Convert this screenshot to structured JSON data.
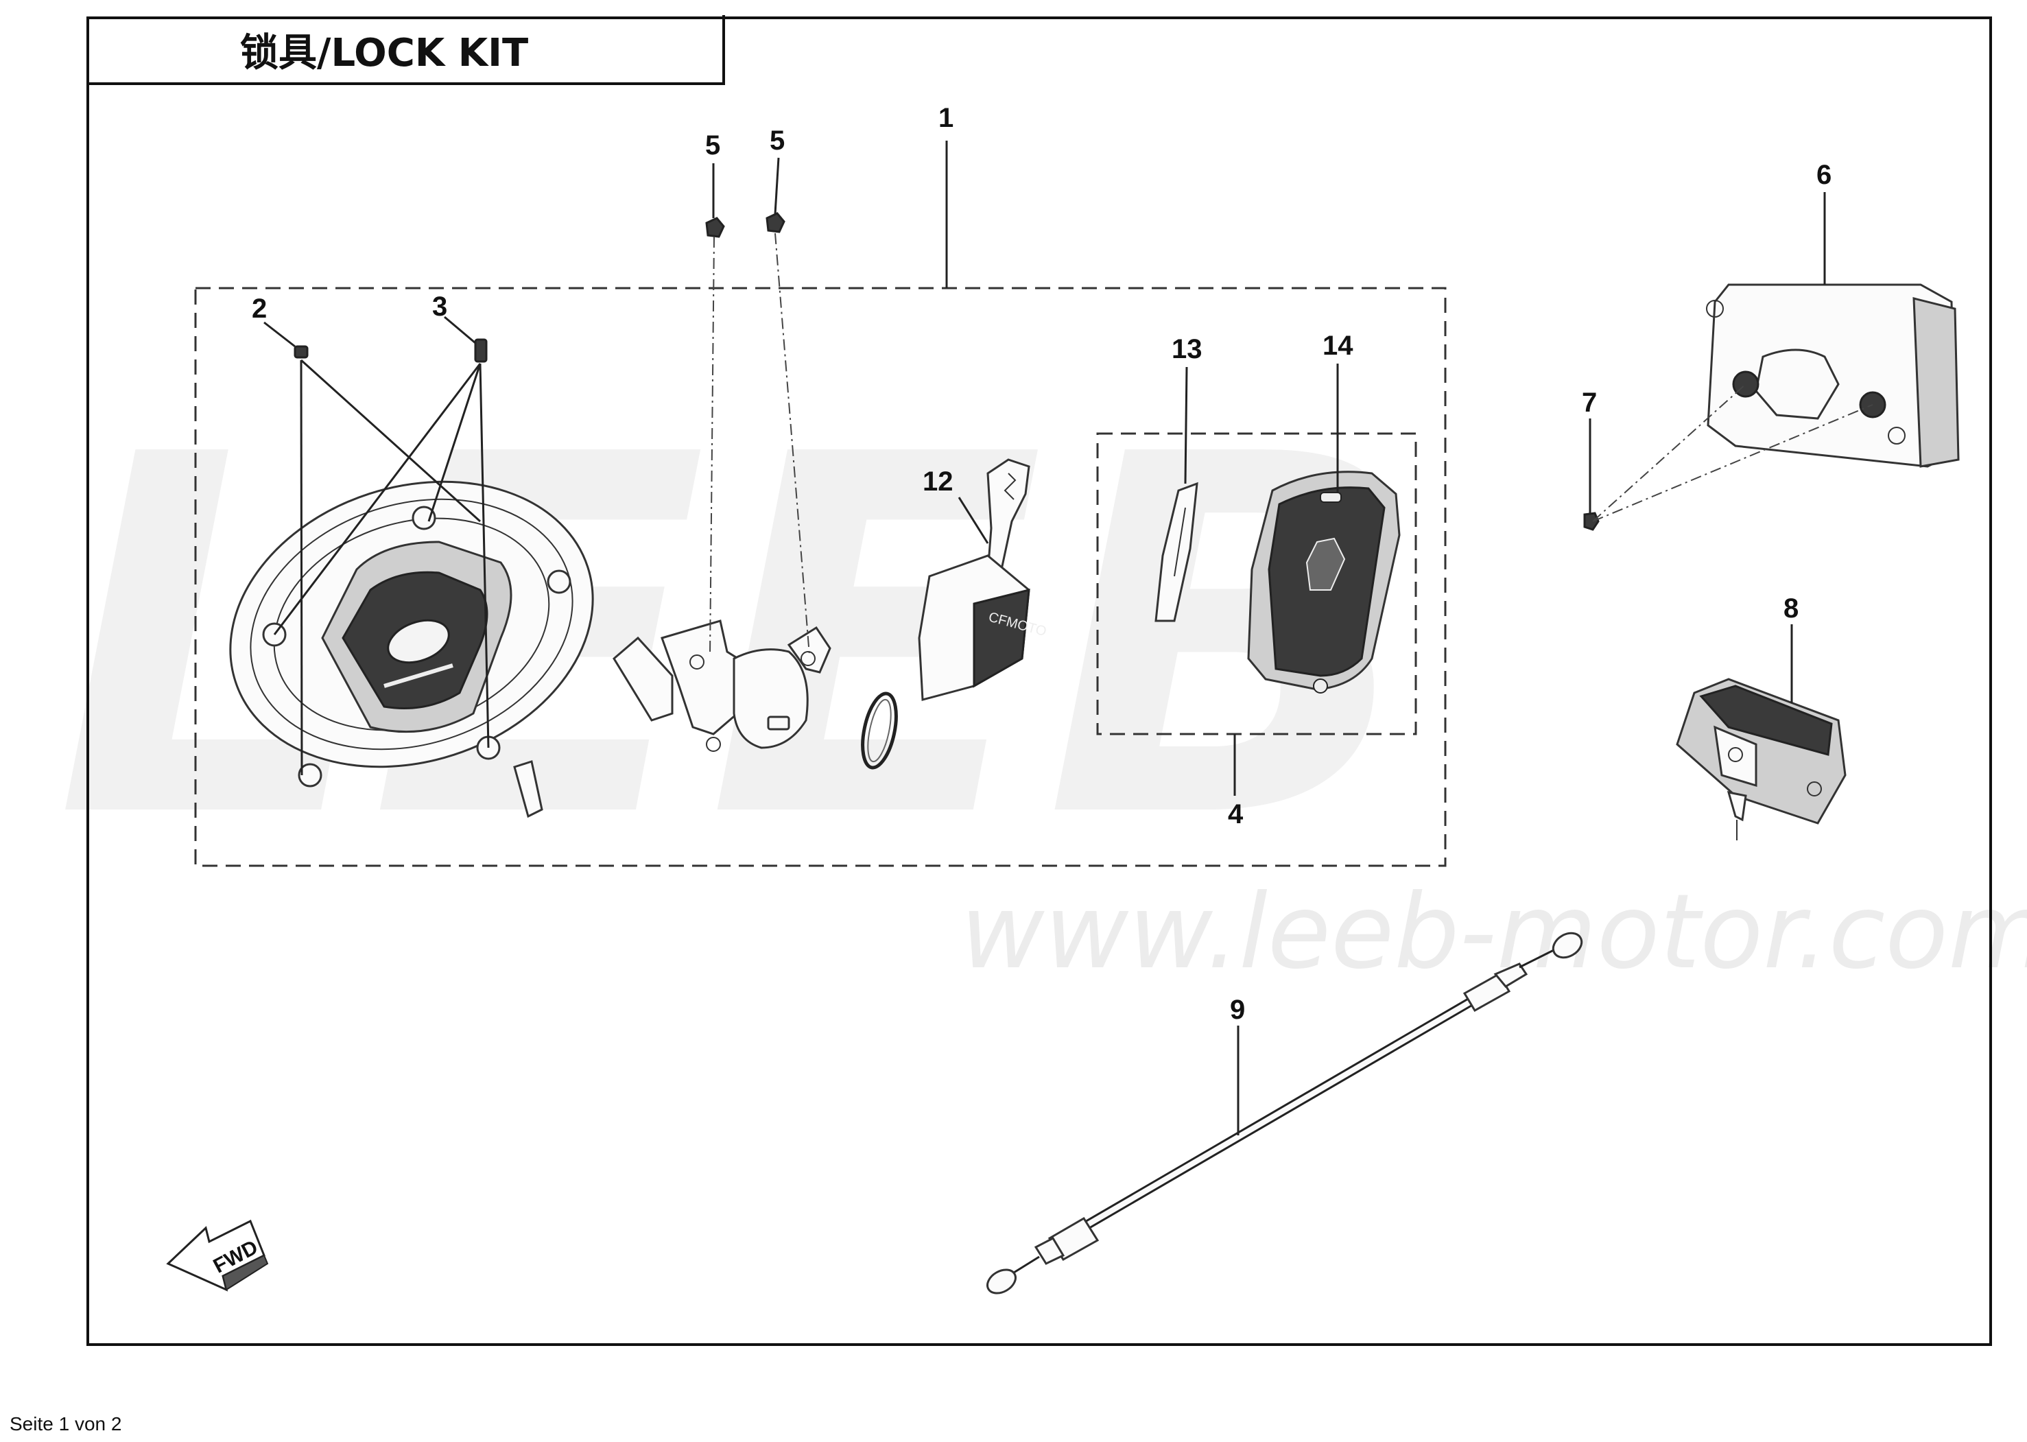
{
  "title": "锁具/LOCK KIT",
  "watermark": {
    "brand": "LEEB",
    "url": "www.leeb-motor.com"
  },
  "direction_marker": "FWD",
  "callouts": {
    "c1": "1",
    "c2": "2",
    "c3": "3",
    "c4": "4",
    "c5a": "5",
    "c5b": "5",
    "c6": "6",
    "c7": "7",
    "c8": "8",
    "c9": "9",
    "c12": "12",
    "c13": "13",
    "c14": "14"
  },
  "footer": "Seite 1 von 2"
}
